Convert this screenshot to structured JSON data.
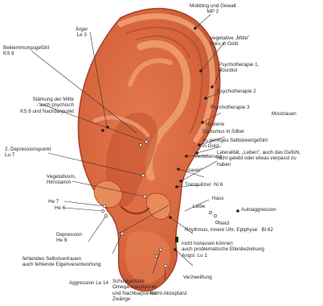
{
  "colors": {
    "ear_fill": "#d6643c",
    "ear_light": "#ef9b6c",
    "ear_dark": "#a8412a",
    "leader": "#333333"
  },
  "labels": {
    "mobbing": "Mobbing und Gewalt\nMP 2",
    "aerger": "Ärger\nLe 3",
    "beklemmung": "Beklemmungsgefühl\nKS 6",
    "vegetative_mitte": "vegetative „Mitte\"\nlinks in Gold",
    "psycho1": "Psychotherapie 1,\nBourdiol",
    "psycho2": "Psychotherapie 2",
    "psycho3": "Psychotherapie 3",
    "misstrauen": "Misstrauen",
    "staerkung": "Stärkung der Mitte\n- auch psychisch\nKS 8 und Nachbarpunkt",
    "hysterie": "Hysterie",
    "egoismus": "Egoismus in Silber",
    "selbstwert": "zu geringes Selbstwertgefühl\nin Gold",
    "verbitterung": "Verbitterung",
    "depression2": "2. Depressionspunkt\nLu 7",
    "lateralitaet": "Lateralität, „Leben\", auch das Gefühl,\nnicht gelebt oder etwas verpasst zu\nhaben",
    "sauer": "„sauer\"",
    "vegetativum": "Vegetativum,\nHirnstamm",
    "tranquilizer": "Tranquilizer  Ni 6",
    "hass": "Hass",
    "liebe": "Liebe",
    "autoaggression": "Autoaggression",
    "he7": "He 7",
    "he6": "He 6",
    "neid": "Neid",
    "rhythmus": "Rhythmus, innere Uhr, Epiphyse   Bl 62",
    "depression": "Depression\nHe 9",
    "loslassen": "nicht loslassen können\nauch problematische Ellenbeziehung\nAngst  Lu 1",
    "selbstvertrauen": "fehlendes Selbstvertrauen\nauch fehlende Eigenverantwortung",
    "aggression": "Aggression Le 14",
    "schuld": "Schuldgefühle\nOmega-Hauptpunkt\nund Nachbarpunkte\nZwänge",
    "verzweiflung": "Verzweiflung",
    "nichtakzeptanz": "Nicht-Akzeptanz"
  }
}
